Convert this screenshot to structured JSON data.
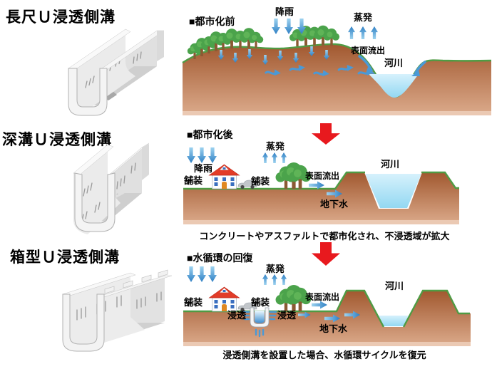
{
  "products": [
    {
      "label": "長尺Ｕ浸透側溝"
    },
    {
      "label": "深溝Ｕ浸透側溝"
    },
    {
      "label": "箱型Ｕ浸透側溝"
    }
  ],
  "diagram1": {
    "title": "■都市化前",
    "rain": "降雨",
    "evaporation": "蒸発",
    "surface_runoff": "表面流出",
    "river": "河川"
  },
  "diagram2": {
    "title": "■都市化後",
    "rain": "降雨",
    "evaporation": "蒸発",
    "pavement_left": "舗装",
    "pavement_right": "舗装",
    "surface_runoff": "表面流出",
    "river": "河川",
    "groundwater": "地下水",
    "caption": "コンクリートやアスファルトで都市化され、不浸透域が拡大"
  },
  "diagram3": {
    "title": "■水循環の回復",
    "evaporation": "蒸発",
    "pavement_left": "舗装",
    "pavement_right": "舗装",
    "surface_runoff": "表面流出",
    "infiltration_left": "浸透",
    "infiltration_right": "浸透",
    "river": "河川",
    "groundwater": "地下水",
    "caption": "浸透側溝を設置した場合、水循環サイクルを復元"
  },
  "icons": {
    "rain_arrow": "blue-down-arrow",
    "evaporation_arrow": "blue-up-arrow",
    "groundwater_arrow": "blue-right-arrow",
    "transition_arrow": "red-down-arrow",
    "tree": "tree",
    "house": "house",
    "car": "car",
    "gutter": "u-infiltration-gutter-cross-section"
  },
  "colors": {
    "ground_top": "#a1582f",
    "ground_bottom": "#dcab8c",
    "ground_strip": "#ebc9b3",
    "grass": "#4f9b44",
    "river_water": "#aadff4",
    "arrow_blue": "#4a99d6",
    "red_arrow": "#e8191e",
    "roof_red": "#e23c28",
    "concrete": "#ececec",
    "text": "#000000"
  }
}
